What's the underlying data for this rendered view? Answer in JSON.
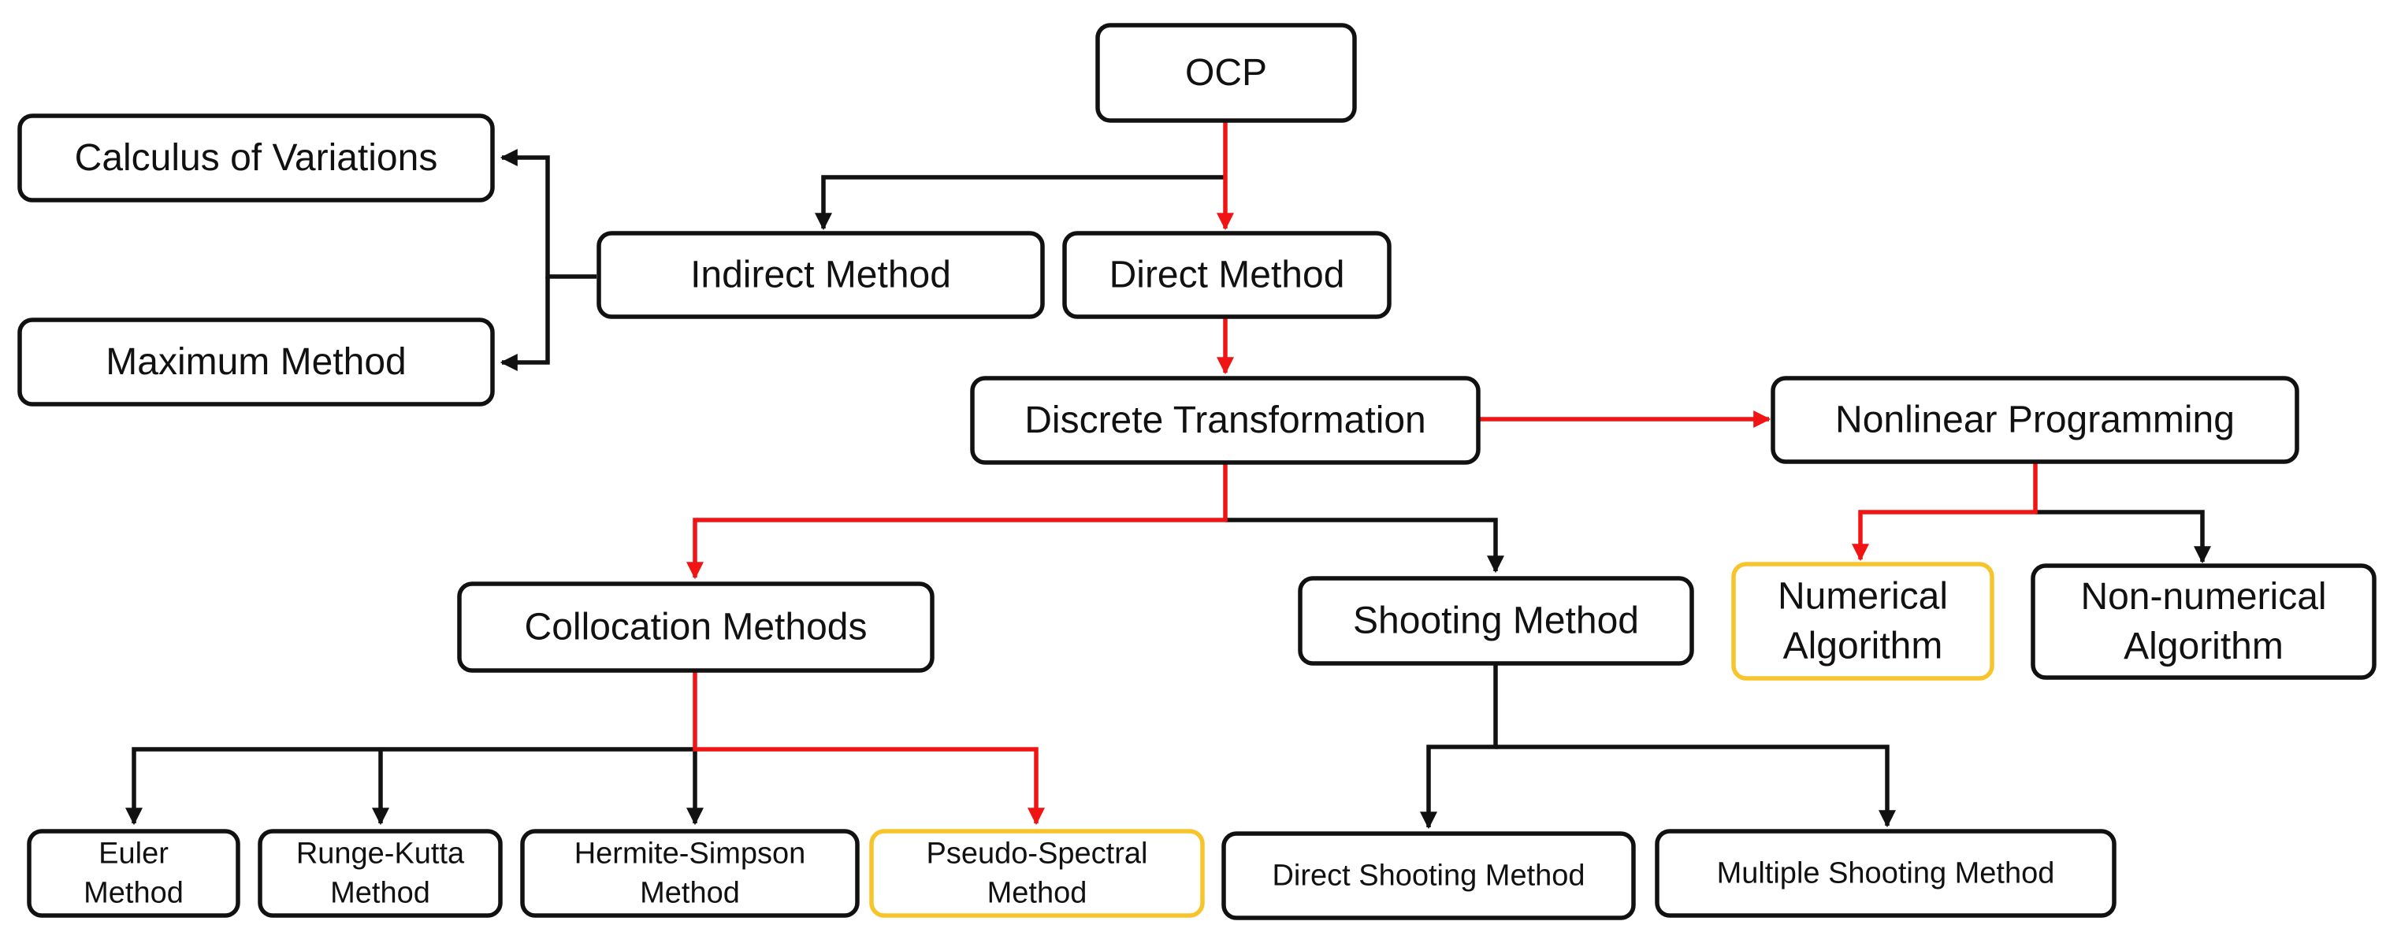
{
  "colors": {
    "black": "#111111",
    "highlight_red": "#f01414",
    "highlight_orange": "#f7c52b"
  },
  "nodes": {
    "ocp": {
      "lines": [
        "OCP"
      ],
      "border": "black"
    },
    "calculus_of_variations": {
      "lines": [
        "Calculus of Variations"
      ],
      "border": "black"
    },
    "maximum_method": {
      "lines": [
        "Maximum Method"
      ],
      "border": "black"
    },
    "indirect_method": {
      "lines": [
        "Indirect Method"
      ],
      "border": "black"
    },
    "direct_method": {
      "lines": [
        "Direct Method"
      ],
      "border": "black"
    },
    "discrete_transformation": {
      "lines": [
        "Discrete Transformation"
      ],
      "border": "black"
    },
    "nonlinear_programming": {
      "lines": [
        "Nonlinear Programming"
      ],
      "border": "black"
    },
    "collocation_methods": {
      "lines": [
        "Collocation Methods"
      ],
      "border": "black"
    },
    "shooting_method": {
      "lines": [
        "Shooting Method"
      ],
      "border": "black"
    },
    "numerical_algorithm": {
      "lines": [
        "Numerical",
        "Algorithm"
      ],
      "border": "orange"
    },
    "non_numerical_algorithm": {
      "lines": [
        "Non-numerical",
        "Algorithm"
      ],
      "border": "black"
    },
    "euler_method": {
      "lines": [
        "Euler",
        "Method"
      ],
      "border": "black"
    },
    "runge_kutta_method": {
      "lines": [
        "Runge-Kutta",
        "Method"
      ],
      "border": "black"
    },
    "hermite_simpson_method": {
      "lines": [
        "Hermite-Simpson",
        "Method"
      ],
      "border": "black"
    },
    "pseudo_spectral_method": {
      "lines": [
        "Pseudo-Spectral",
        "Method"
      ],
      "border": "orange"
    },
    "direct_shooting_method": {
      "lines": [
        "Direct Shooting Method"
      ],
      "border": "black"
    },
    "multiple_shooting_method": {
      "lines": [
        "Multiple Shooting Method"
      ],
      "border": "black"
    }
  },
  "edges": [
    {
      "from": "ocp",
      "to": "indirect_method",
      "color": "black"
    },
    {
      "from": "ocp",
      "to": "direct_method",
      "color": "red"
    },
    {
      "from": "indirect_method",
      "to": "calculus_of_variations",
      "color": "black"
    },
    {
      "from": "indirect_method",
      "to": "maximum_method",
      "color": "black"
    },
    {
      "from": "direct_method",
      "to": "discrete_transformation",
      "color": "red"
    },
    {
      "from": "discrete_transformation",
      "to": "nonlinear_programming",
      "color": "red"
    },
    {
      "from": "discrete_transformation",
      "to": "collocation_methods",
      "color": "red"
    },
    {
      "from": "discrete_transformation",
      "to": "shooting_method",
      "color": "black"
    },
    {
      "from": "nonlinear_programming",
      "to": "numerical_algorithm",
      "color": "red"
    },
    {
      "from": "nonlinear_programming",
      "to": "non_numerical_algorithm",
      "color": "black"
    },
    {
      "from": "collocation_methods",
      "to": "euler_method",
      "color": "black"
    },
    {
      "from": "collocation_methods",
      "to": "runge_kutta_method",
      "color": "black"
    },
    {
      "from": "collocation_methods",
      "to": "hermite_simpson_method",
      "color": "black"
    },
    {
      "from": "collocation_methods",
      "to": "pseudo_spectral_method",
      "color": "red"
    },
    {
      "from": "shooting_method",
      "to": "direct_shooting_method",
      "color": "black"
    },
    {
      "from": "shooting_method",
      "to": "multiple_shooting_method",
      "color": "black"
    }
  ]
}
